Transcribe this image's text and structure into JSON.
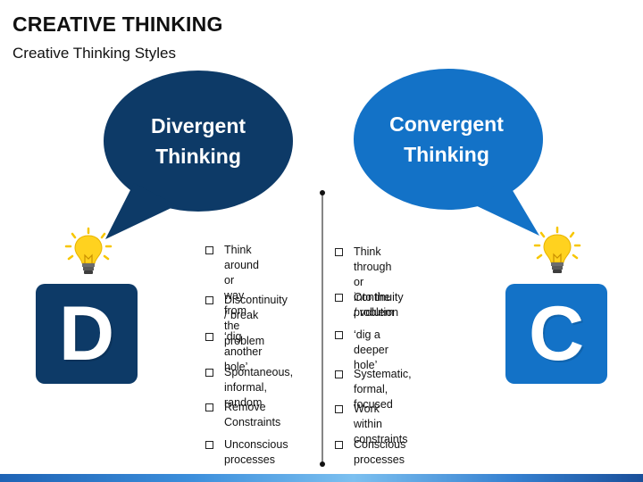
{
  "header": {
    "title": "CREATIVE THINKING",
    "subtitle": "Creative Thinking Styles"
  },
  "colors": {
    "divergent": "#0d3a67",
    "convergent": "#1372c7",
    "bulb": "#f7c600"
  },
  "divergent": {
    "bubble_line1": "Divergent",
    "bubble_line2": "Thinking",
    "letter": "D",
    "items": [
      [
        "Think around or",
        "way from the",
        "problem"
      ],
      [
        "Discontinuity",
        "/ break"
      ],
      [
        "‘dig another",
        "hole’"
      ],
      [
        "Spontaneous,",
        "informal, random"
      ],
      [
        "Remove",
        "Constraints"
      ],
      [
        "Unconscious",
        "processes"
      ]
    ]
  },
  "convergent": {
    "bubble_line1": "Convergent",
    "bubble_line2": "Thinking",
    "letter": "C",
    "items": [
      [
        "Think through or",
        "into the problem"
      ],
      [
        "Continuity",
        "/ volution"
      ],
      [
        "‘dig a deeper",
        "hole’"
      ],
      [
        "Systematic, formal,",
        "focused"
      ],
      [
        "Work within",
        "constraints"
      ],
      [
        "Conscious",
        "processes"
      ]
    ]
  }
}
